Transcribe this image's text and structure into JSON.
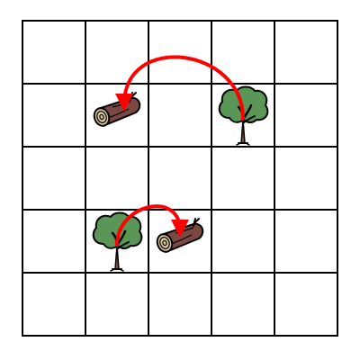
{
  "board": {
    "rows": 5,
    "cols": 5
  },
  "pieces": [
    {
      "type": "log",
      "icon": "log-icon",
      "row": 1,
      "col": 1
    },
    {
      "type": "tree",
      "icon": "tree-icon",
      "row": 1,
      "col": 3
    },
    {
      "type": "tree",
      "icon": "tree-icon",
      "row": 3,
      "col": 1
    },
    {
      "type": "log",
      "icon": "log-icon",
      "row": 3,
      "col": 2
    }
  ],
  "moves": [
    {
      "from": {
        "row": 1,
        "col": 3
      },
      "to": {
        "row": 1,
        "col": 1
      }
    },
    {
      "from": {
        "row": 3,
        "col": 1
      },
      "to": {
        "row": 3,
        "col": 2
      }
    }
  ],
  "colors": {
    "grid_line": "#000000",
    "arrow": "#ff0000",
    "tree_leaves": "#5a9655",
    "tree_trunk": "#7a4a42",
    "log_bark": "#7a4a42",
    "log_end": "#d8c59c",
    "background": "#ffffff"
  }
}
